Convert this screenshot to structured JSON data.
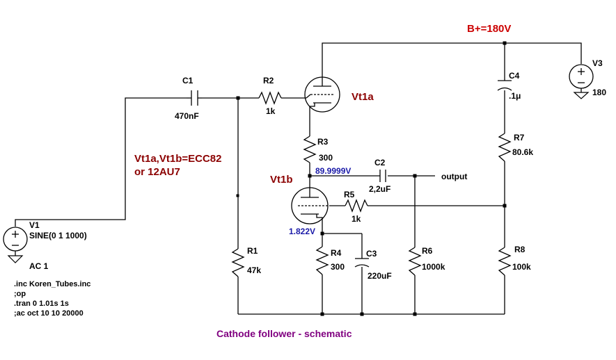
{
  "title": "Cathode follower - schematic",
  "supply_label": "B+=180V",
  "tube_note_line1": "Vt1a,Vt1b=ECC82",
  "tube_note_line2": "or 12AU7",
  "tubes": {
    "upper": "Vt1a",
    "lower": "Vt1b"
  },
  "components": {
    "C1": {
      "ref": "C1",
      "value": "470nF"
    },
    "R2": {
      "ref": "R2",
      "value": "1k"
    },
    "R3": {
      "ref": "R3",
      "value": "300"
    },
    "C2": {
      "ref": "C2",
      "value": "2,2uF"
    },
    "R5": {
      "ref": "R5",
      "value": "1k"
    },
    "R1": {
      "ref": "R1",
      "value": "47k"
    },
    "R4": {
      "ref": "R4",
      "value": "300"
    },
    "C3": {
      "ref": "C3",
      "value": "220uF"
    },
    "R6": {
      "ref": "R6",
      "value": "1000k"
    },
    "R8": {
      "ref": "R8",
      "value": "100k"
    },
    "R7": {
      "ref": "R7",
      "value": "80.6k"
    },
    "C4": {
      "ref": "C4",
      "value": ".1μ"
    },
    "V3": {
      "ref": "V3",
      "value": "180"
    },
    "V1": {
      "ref": "V1",
      "value": "SINE(0 1 1000)",
      "ac": "AC 1"
    }
  },
  "node_voltages": {
    "top_cathode": "89.9999V",
    "lower_cathode": "1.822V"
  },
  "output_label": "output",
  "spice_directives": [
    ".inc Koren_Tubes.inc",
    ";op",
    ".tran 0 1.01s 1s",
    ";ac oct 10 10 20000"
  ],
  "colors": {
    "red": "#cc0000",
    "dark_red": "#8b0000",
    "blue": "#1a1aa8",
    "purple": "#800080"
  }
}
